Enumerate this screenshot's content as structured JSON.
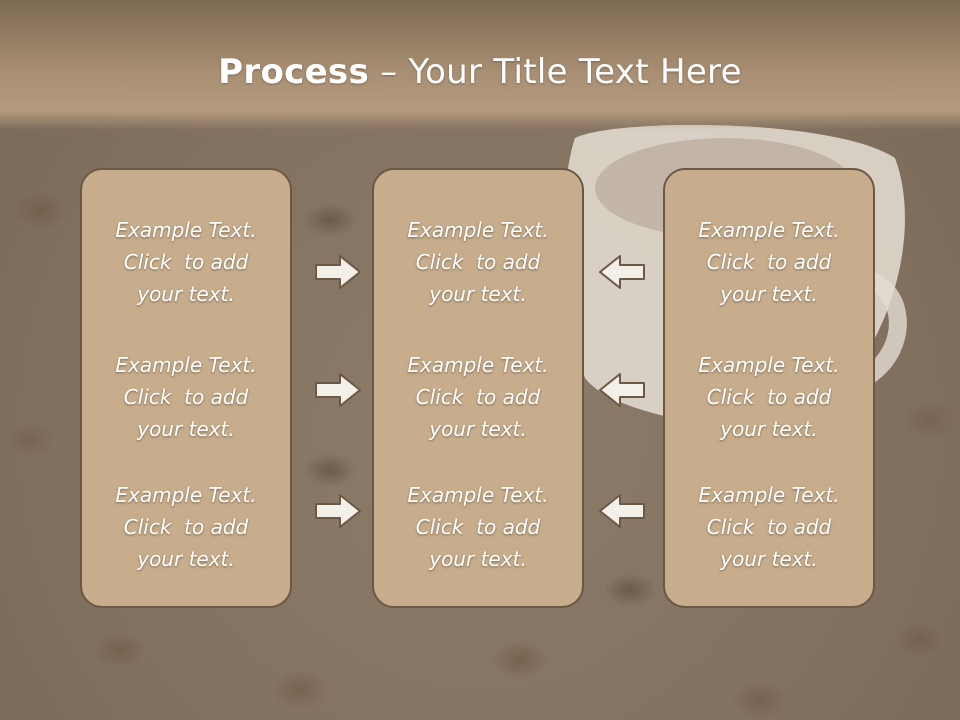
{
  "slide": {
    "title_bold": "Process",
    "title_rest": " – Your Title Text Here"
  },
  "columns": [
    {
      "items": [
        {
          "line1": "Example Text.",
          "line2": "Click  to add",
          "line3": "your text."
        },
        {
          "line1": "Example Text.",
          "line2": "Click  to add",
          "line3": "your text."
        },
        {
          "line1": "Example Text.",
          "line2": "Click  to add",
          "line3": "your text."
        }
      ]
    },
    {
      "items": [
        {
          "line1": "Example Text.",
          "line2": "Click  to add",
          "line3": "your text."
        },
        {
          "line1": "Example Text.",
          "line2": "Click  to add",
          "line3": "your text."
        },
        {
          "line1": "Example Text.",
          "line2": "Click  to add",
          "line3": "your text."
        }
      ]
    },
    {
      "items": [
        {
          "line1": "Example Text.",
          "line2": "Click  to add",
          "line3": "your text."
        },
        {
          "line1": "Example Text.",
          "line2": "Click  to add",
          "line3": "your text."
        },
        {
          "line1": "Example Text.",
          "line2": "Click  to add",
          "line3": "your text."
        }
      ]
    }
  ],
  "arrows": {
    "left_to_mid": "arrow-right-icon",
    "right_to_mid": "arrow-left-icon"
  },
  "colors": {
    "header": "#a88e72",
    "box_fill": "#c7ad8c",
    "box_border": "#6b5846",
    "text": "#ffffff"
  }
}
